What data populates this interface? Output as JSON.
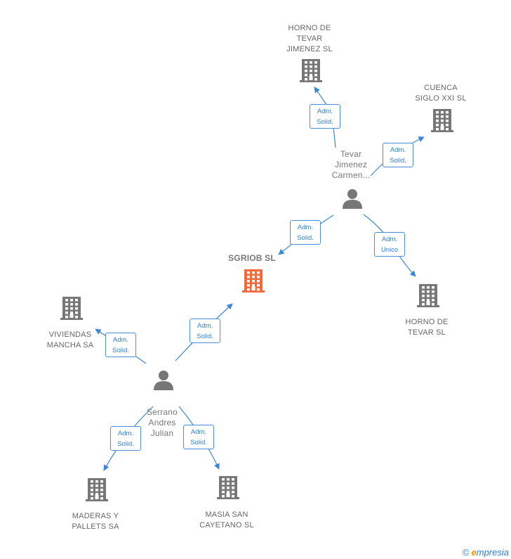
{
  "nodes": {
    "horno_tevar_jimenez": {
      "label": [
        "HORNO DE",
        "TEVAR",
        "JIMENEZ  SL"
      ],
      "kind": "company"
    },
    "cuenca_siglo_xxi": {
      "label": [
        "CUENCA",
        "SIGLO XXI SL"
      ],
      "kind": "company"
    },
    "tevar_jimenez": {
      "label": [
        "Tevar",
        "Jimenez",
        "Carmen..."
      ],
      "kind": "person"
    },
    "sgriob": {
      "label": [
        "SGRIOB  SL"
      ],
      "kind": "company-focus"
    },
    "horno_tevar": {
      "label": [
        "HORNO DE",
        "TEVAR  SL"
      ],
      "kind": "company"
    },
    "viviendas_mancha": {
      "label": [
        "VIVIENDAS",
        "MANCHA SA"
      ],
      "kind": "company"
    },
    "serrano_andres": {
      "label": [
        "Serrano",
        "Andres",
        "Julian"
      ],
      "kind": "person"
    },
    "maderas_pallets": {
      "label": [
        "MADERAS Y",
        "PALLETS SA"
      ],
      "kind": "company"
    },
    "masia_san_cayetano": {
      "label": [
        "MASIA SAN",
        "CAYETANO  SL"
      ],
      "kind": "company"
    }
  },
  "edges": [
    {
      "from": "tevar_jimenez",
      "to": "horno_tevar_jimenez",
      "label": [
        "Adm.",
        "Solid."
      ]
    },
    {
      "from": "tevar_jimenez",
      "to": "cuenca_siglo_xxi",
      "label": [
        "Adm.",
        "Solid."
      ]
    },
    {
      "from": "tevar_jimenez",
      "to": "sgriob",
      "label": [
        "Adm.",
        "Solid."
      ]
    },
    {
      "from": "tevar_jimenez",
      "to": "horno_tevar",
      "label": [
        "Adm.",
        "Unico"
      ]
    },
    {
      "from": "serrano_andres",
      "to": "viviendas_mancha",
      "label": [
        "Adm.",
        "Solid."
      ]
    },
    {
      "from": "serrano_andres",
      "to": "sgriob",
      "label": [
        "Adm.",
        "Solid."
      ]
    },
    {
      "from": "serrano_andres",
      "to": "maderas_pallets",
      "label": [
        "Adm.",
        "Solid."
      ]
    },
    {
      "from": "serrano_andres",
      "to": "masia_san_cayetano",
      "label": [
        "Adm.",
        "Solid."
      ]
    }
  ],
  "colors": {
    "company": "#777777",
    "focus": "#f26a3a",
    "person": "#777777",
    "edge": "#3a86d8",
    "edge_label_text": "#2f7fd6"
  },
  "footer": {
    "copyright_symbol": "©",
    "brand_first": "e",
    "brand_rest": "mpresia"
  }
}
